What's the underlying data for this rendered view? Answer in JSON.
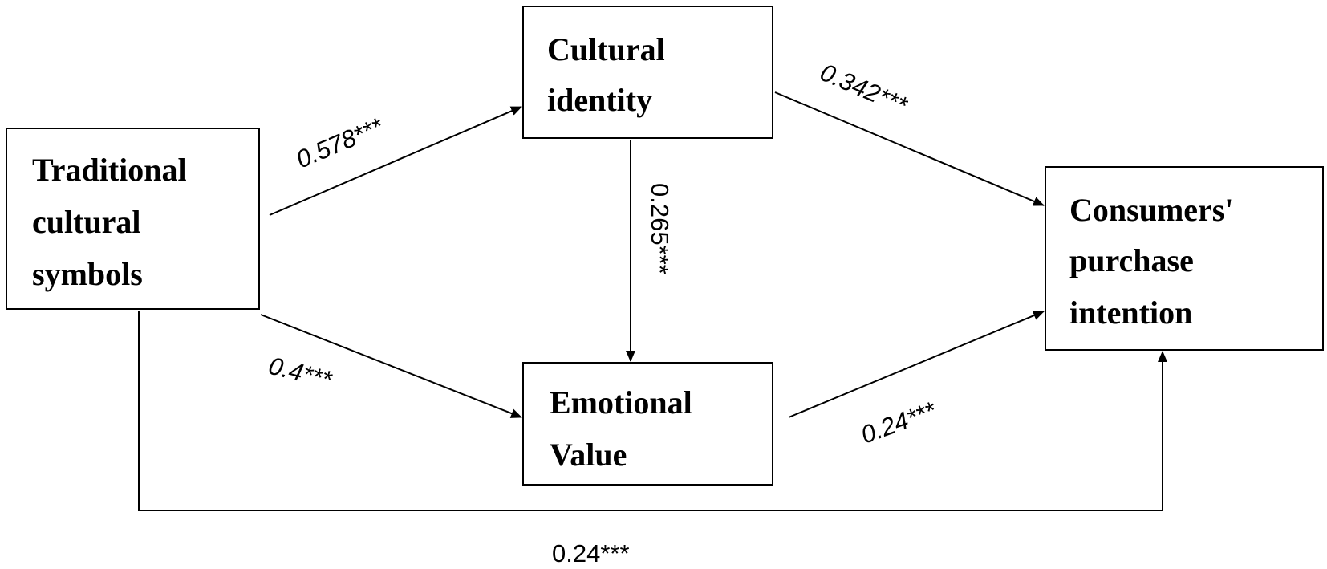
{
  "nodes": {
    "traditional": {
      "lines": [
        "Traditional",
        "cultural",
        "symbols"
      ]
    },
    "identity": {
      "lines": [
        "Cultural",
        "identity"
      ]
    },
    "emotional": {
      "lines": [
        "Emotional",
        "Value"
      ]
    },
    "purchase": {
      "lines": [
        "Consumers'",
        "purchase",
        "intention"
      ]
    }
  },
  "edges": {
    "traditional_identity": "0.578***",
    "identity_purchase": "0.342***",
    "identity_emotional": "0.265***",
    "traditional_emotional": "0.4***",
    "emotional_purchase": "0.24***",
    "traditional_purchase": "0.24***"
  },
  "colors": {
    "stroke": "#000000",
    "background": "#ffffff"
  }
}
